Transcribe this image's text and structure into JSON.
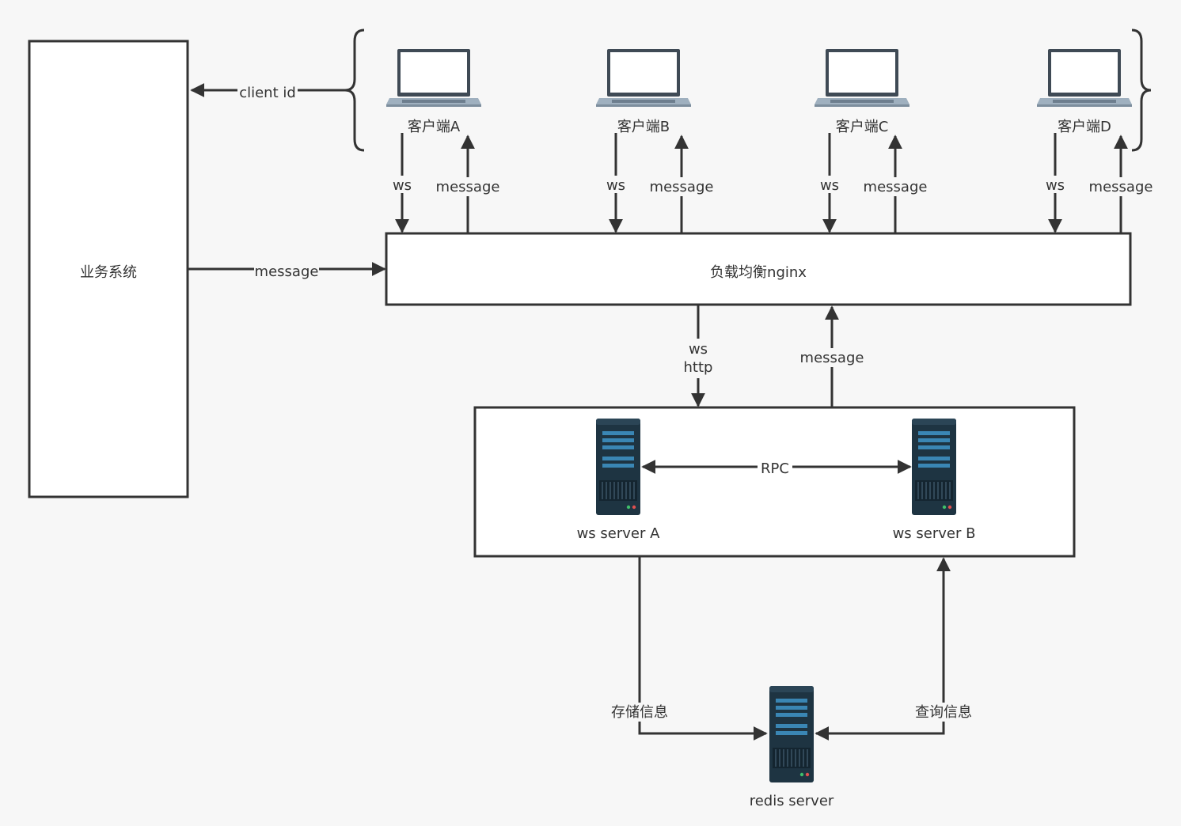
{
  "business_system": {
    "label": "业务系统"
  },
  "load_balancer": {
    "label": "负载均衡nginx"
  },
  "clients": [
    {
      "label": "客户端A",
      "up_label": "ws",
      "down_label": "message"
    },
    {
      "label": "客户端B",
      "up_label": "ws",
      "down_label": "message"
    },
    {
      "label": "客户端C",
      "up_label": "ws",
      "down_label": "message"
    },
    {
      "label": "客户端D",
      "up_label": "ws",
      "down_label": "message"
    }
  ],
  "edges": {
    "client_id": "client id",
    "biz_to_lb": "message",
    "lb_to_ws_line1": "ws",
    "lb_to_ws_line2": "http",
    "ws_to_lb": "message",
    "rpc": "RPC",
    "store": "存储信息",
    "query": "查询信息"
  },
  "servers": {
    "ws_a": "ws server A",
    "ws_b": "ws server B",
    "redis": "redis server"
  },
  "colors": {
    "stroke": "#333333",
    "box_fill": "#ffffff",
    "server_dark": "#1e3442",
    "server_stripe": "#3a86b4",
    "laptop_frame": "#3f4a55",
    "laptop_screen": "#ffffff",
    "laptop_base": "#9fb0bf"
  }
}
